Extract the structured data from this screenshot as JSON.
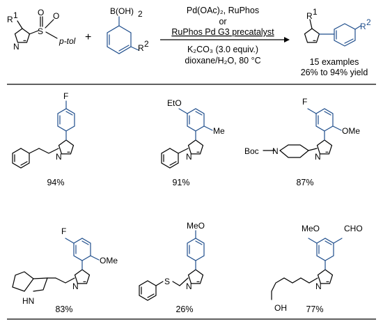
{
  "scheme": {
    "reagent_sulfone": {
      "r_group": "R",
      "r_superscript": "1",
      "tetrazole_n": "N",
      "sulfur": "S",
      "oxygen": "O",
      "aryl": "p-tol"
    },
    "plus_sign": "+",
    "reagent_boronic_acid": {
      "boron_group": "B(OH)",
      "boron_subscript": "2",
      "r_group": "R",
      "r_superscript": "2"
    },
    "conditions": {
      "catalyst_line": "Pd(OAc)₂, RuPhos",
      "or_line": "or",
      "precatalyst_line": "RuPhos Pd G3 precatalyst",
      "base_line": "K₂CO₃ (3.0 equiv.)",
      "solvent_line": "dioxane/H₂O, 80 °C"
    },
    "product": {
      "r1": "R",
      "r1_sup": "1",
      "r2": "R",
      "r2_sup": "2",
      "examples_line": "15 examples",
      "yield_range_line": "26% to 94% yield"
    }
  },
  "examples": [
    {
      "substituents": [
        "F"
      ],
      "n1_group": "phenethyl",
      "yield": "94%"
    },
    {
      "substituents": [
        "EtO",
        "Me"
      ],
      "n1_group": "phenyl",
      "yield": "91%"
    },
    {
      "substituents": [
        "F",
        "OMe"
      ],
      "n1_group_label": "Boc",
      "n1_group_n": "N",
      "yield": "87%"
    },
    {
      "substituents": [
        "F",
        "OMe"
      ],
      "n1_group_label": "HN",
      "yield": "83%"
    },
    {
      "substituents": [
        "MeO"
      ],
      "n1_group_label": "S",
      "yield": "26%"
    },
    {
      "substituents": [
        "MeO",
        "CHO"
      ],
      "n1_group_label": "OH",
      "yield": "77%"
    }
  ],
  "atom_n": "N",
  "colors": {
    "boronic_partner": "#1f4e8c",
    "ink": "#000000"
  }
}
